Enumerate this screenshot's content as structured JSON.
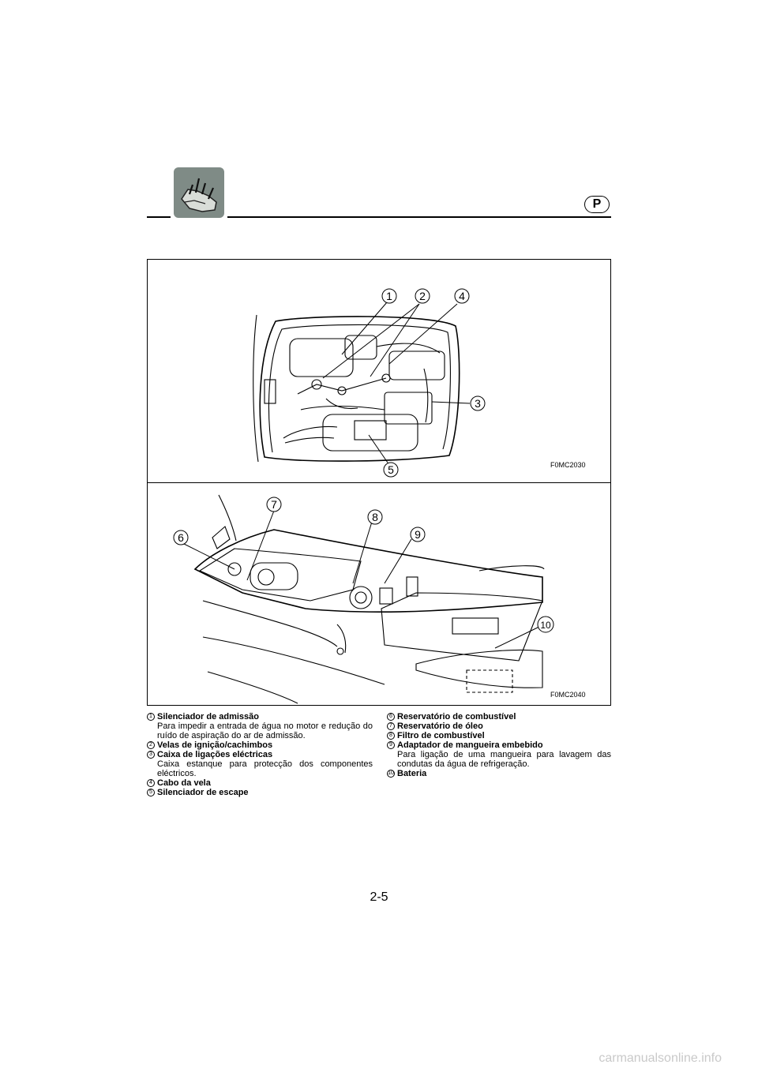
{
  "header": {
    "lang_badge": "P"
  },
  "figure": {
    "code_top": "F0MC2030",
    "code_bottom": "F0MC2040",
    "callouts_top": [
      "1",
      "2",
      "4",
      "3",
      "5"
    ],
    "callouts_bottom": [
      "7",
      "8",
      "6",
      "9",
      "10"
    ]
  },
  "legend": {
    "left": [
      {
        "num": "1",
        "title": "Silenciador de admissão",
        "desc": "Para impedir a entrada de água no motor e redução do ruído de aspiração do ar de admissão."
      },
      {
        "num": "2",
        "title": "Velas de ignição/cachimbos",
        "desc": ""
      },
      {
        "num": "3",
        "title": "Caixa de ligações eléctricas",
        "desc": "Caixa estanque para protecção dos componentes eléctricos."
      },
      {
        "num": "4",
        "title": "Cabo da vela",
        "desc": ""
      },
      {
        "num": "5",
        "title": "Silenciador de escape",
        "desc": ""
      }
    ],
    "right": [
      {
        "num": "6",
        "title": "Reservatório de combustível",
        "desc": ""
      },
      {
        "num": "7",
        "title": "Reservatório de óleo",
        "desc": ""
      },
      {
        "num": "8",
        "title": "Filtro de combustível",
        "desc": ""
      },
      {
        "num": "9",
        "title": "Adaptador de mangueira embebido",
        "desc": "Para ligação de uma mangueira para lavagem das condutas da água de refrigeração."
      },
      {
        "num": "10",
        "title": "Bateria",
        "desc": ""
      }
    ]
  },
  "page_number": "2-5",
  "watermark": "carmanualsonline.info"
}
